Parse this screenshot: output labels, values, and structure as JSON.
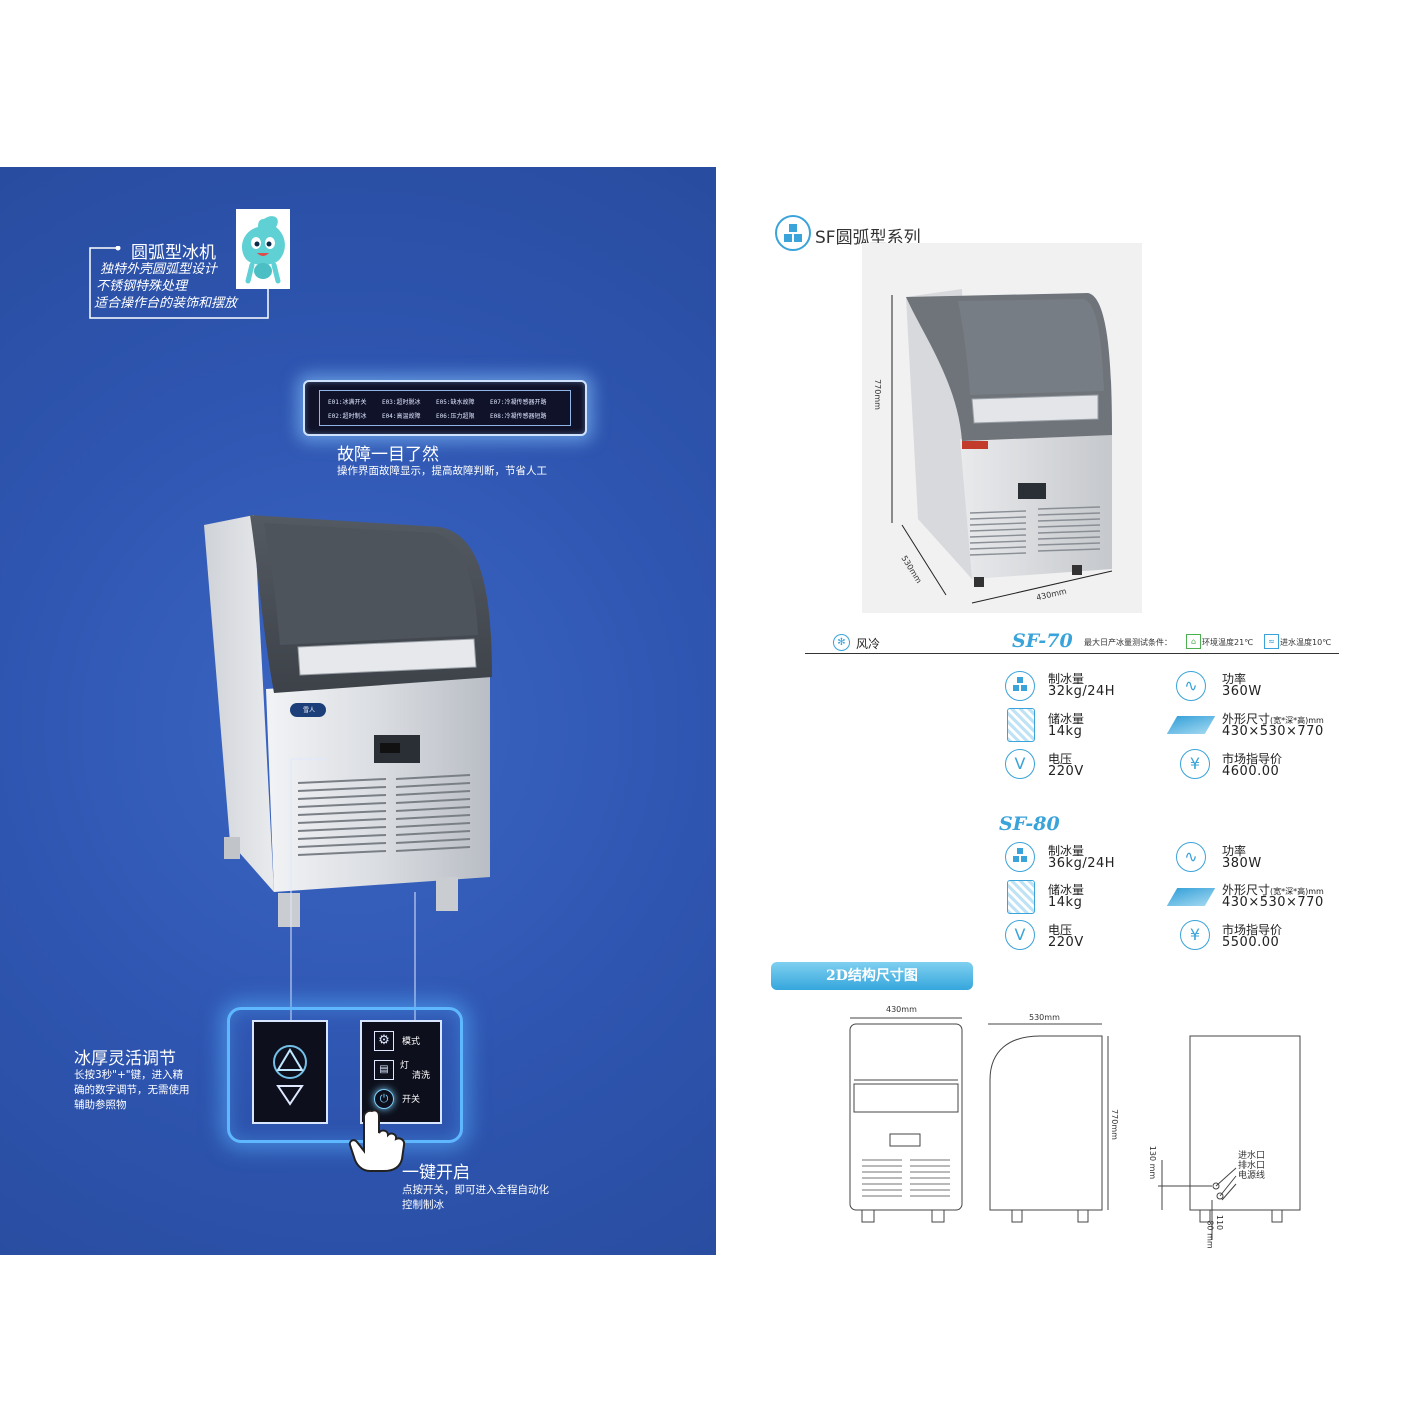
{
  "left": {
    "intro": {
      "title": "圆弧型冰机",
      "lines": [
        "独特外壳圆弧型设计",
        "不锈钢特殊处理",
        "适合操作台的装饰和摆放"
      ]
    },
    "fault_panel": {
      "codes": [
        "E01:冰满开关",
        "E03:超时脱冰",
        "E05:缺水故障",
        "E07:冷凝传感器开路",
        "E02:超时制冰",
        "E04:高温故障",
        "E06:压力超限",
        "E08:冷凝传感器短路"
      ]
    },
    "fault_section": {
      "title": "故障一目了然",
      "desc": "操作界面故障显示，提高故障判断，节省人工"
    },
    "machine_brand": "雪人",
    "ice_section": {
      "title": "冰厚灵活调节",
      "lines": [
        "长按3秒\"+\"键，进入精",
        "确的数字调节，无需使用",
        "辅助参照物"
      ]
    },
    "control_panel": {
      "btn_mode": "模式",
      "btn_light_1": "灯",
      "btn_light_2": "清洗",
      "btn_power": "开关"
    },
    "onekey_section": {
      "title": "一键开启",
      "lines": [
        "点按开关，即可进入全程自动化",
        "控制制冰"
      ]
    }
  },
  "right": {
    "series_title": "SF圆弧型系列",
    "photo_dims": {
      "height": "770mm",
      "depth": "530mm",
      "width": "430mm"
    },
    "cooling": "风冷",
    "test_conditions": {
      "label": "最大日产冰量测试条件：",
      "ambient": "环境温度21℃",
      "water": "进水温度10℃"
    },
    "models": [
      {
        "name": "SF-70",
        "ice_output_label": "制冰量",
        "ice_output": "32kg/24H",
        "storage_label": "储冰量",
        "storage": "14kg",
        "voltage_label": "电压",
        "voltage": "220V",
        "power_label": "功率",
        "power": "360W",
        "size_label": "外形尺寸",
        "size_unit": "(宽*深*高)mm",
        "size": "430×530×770",
        "price_label": "市场指导价",
        "price": "4600.00"
      },
      {
        "name": "SF-80",
        "ice_output_label": "制冰量",
        "ice_output": "36kg/24H",
        "storage_label": "储冰量",
        "storage": "14kg",
        "voltage_label": "电压",
        "voltage": "220V",
        "power_label": "功率",
        "power": "380W",
        "size_label": "外形尺寸",
        "size_unit": "(宽*深*高)mm",
        "size": "430×530×770",
        "price_label": "市场指导价",
        "price": "5500.00"
      }
    ],
    "drawing_section": {
      "title": "2D结构尺寸图",
      "front_width": "430mm",
      "side_depth": "530mm",
      "side_height": "770mm",
      "back_height": "130 mm",
      "back_110": "110",
      "back_80": "80 mm",
      "labels": [
        "进水口",
        "排水口",
        "电源线"
      ]
    }
  }
}
